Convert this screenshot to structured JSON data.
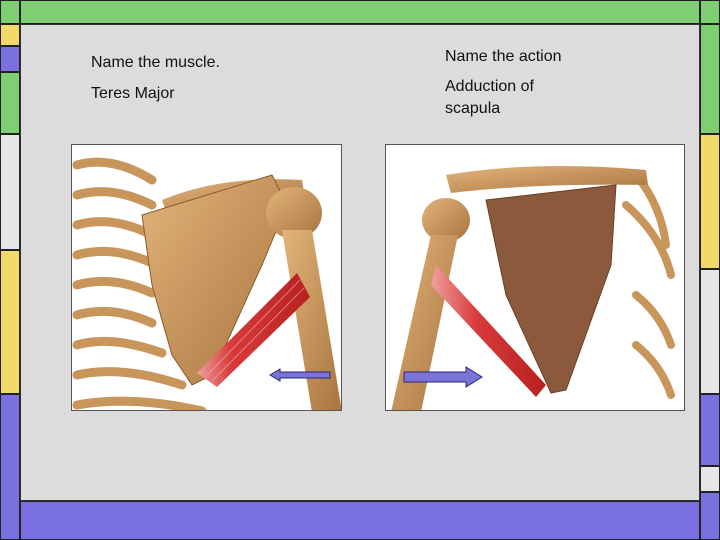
{
  "left_column": {
    "heading": "Name the muscle.",
    "answer": "Teres Major"
  },
  "right_column": {
    "heading": "Name the action",
    "answer": "Adduction of scapula"
  },
  "figures": [
    {
      "name": "teres-major-posterior-view",
      "arrow_direction": "left"
    },
    {
      "name": "scapula-adduction-view",
      "arrow_direction": "right"
    }
  ],
  "colors": {
    "frame_green": "#7fce73",
    "frame_yellow": "#f2d96a",
    "frame_purple": "#7b70e0",
    "slide_bg": "#dcdcdc",
    "arrow": "#7b74d8",
    "muscle_red": "#d83a3a",
    "bone": "#c8955a"
  }
}
